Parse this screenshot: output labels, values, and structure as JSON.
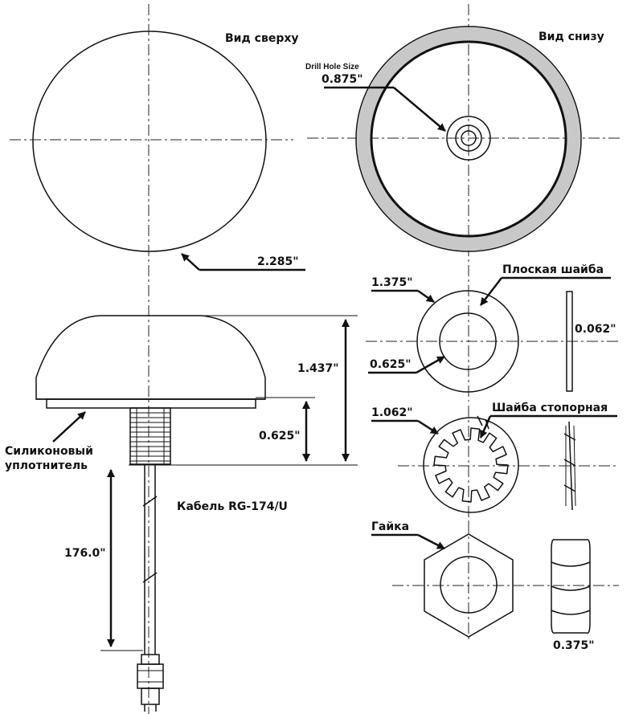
{
  "views": {
    "top_view": "Вид сверху",
    "bottom_view": "Вид снизу"
  },
  "drill_hole": {
    "label": "Drill Hole Size",
    "value": "0.875\""
  },
  "dimensions": {
    "dome_diameter": "2.285\"",
    "height_total": "1.437\"",
    "thread_height": "0.625\"",
    "cable_length": "176.0\"",
    "flat_washer_od": "1.375\"",
    "flat_washer_id": "0.625\"",
    "flat_washer_thickness": "0.062\"",
    "lock_washer_od": "1.062\"",
    "nut_thickness": "0.375\""
  },
  "parts": {
    "flat_washer": "Плоская шайба",
    "lock_washer": "Шайба стопорная",
    "nut": "Гайка",
    "silicone_seal_line1": "Силиконовый",
    "silicone_seal_line2": "уплотнитель",
    "cable": "Кабель RG-174/U"
  },
  "colors": {
    "line": "#111111",
    "gasket_fill": "#c8c8c8",
    "background": "#ffffff"
  }
}
